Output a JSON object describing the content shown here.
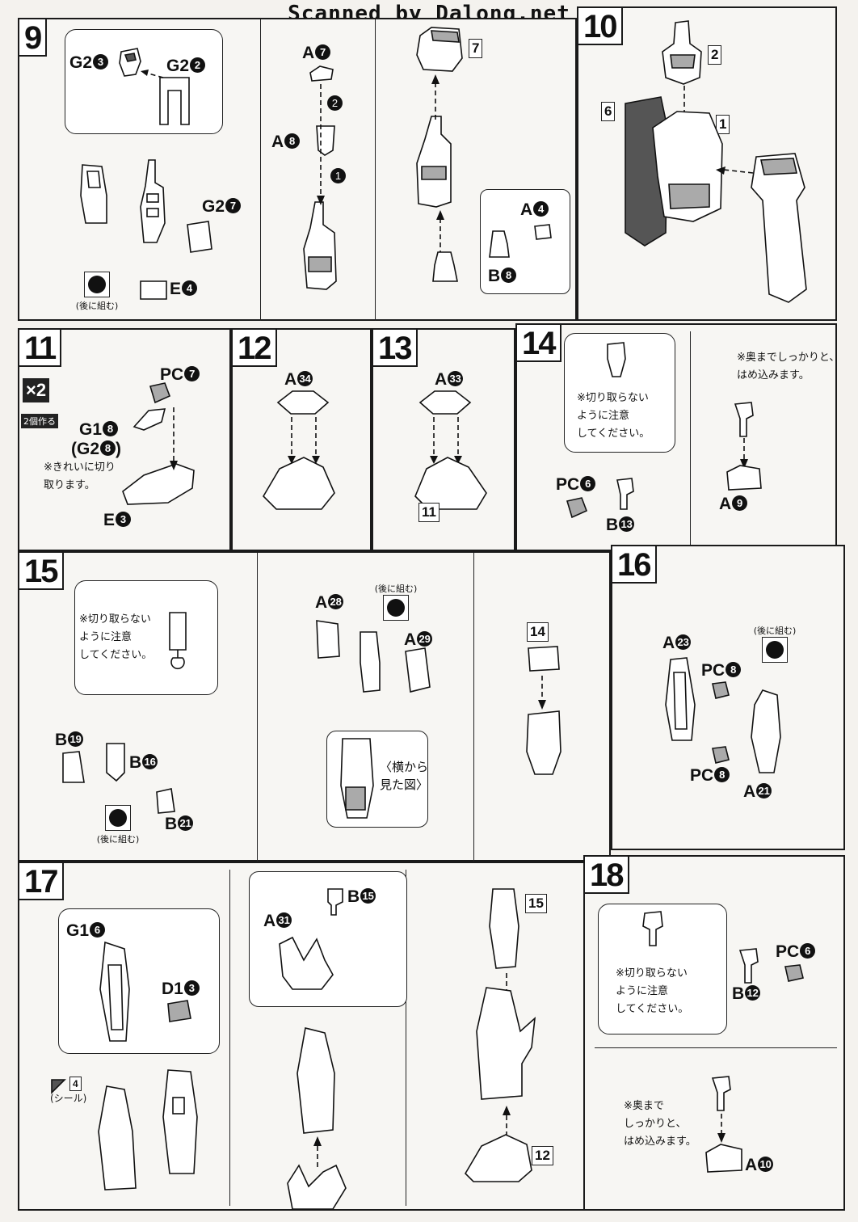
{
  "watermark": "Scanned by Dalong.net",
  "steps": {
    "s9": {
      "number": "9",
      "labels": {
        "g2_3": "G2",
        "g2_2": "G2",
        "g2_7": "G2",
        "e4": "E",
        "a7": "A",
        "a8": "A",
        "a4": "A",
        "b8": "B"
      },
      "nums": {
        "g2_3": "3",
        "g2_2": "2",
        "g2_7": "7",
        "e4": "4",
        "a7": "7",
        "a8": "8",
        "a4": "4",
        "b8": "8",
        "order1": "1",
        "order2": "2"
      },
      "ref": "7",
      "later": "(後に組む)"
    },
    "s10": {
      "number": "10",
      "refs": [
        "2",
        "6",
        "1"
      ]
    },
    "s11": {
      "number": "11",
      "x2": "×2",
      "x2_note": "2個作る",
      "labels": {
        "pc7": "PC",
        "g18": "G1",
        "g28": "(G2",
        "e3": "E"
      },
      "nums": {
        "pc7": "7",
        "g18": "8",
        "g28": "8",
        "e3": "3"
      },
      "g28_close": ")",
      "note": [
        "※きれいに切り",
        "取ります。"
      ]
    },
    "s12": {
      "number": "12",
      "label": "A",
      "num": "34"
    },
    "s13": {
      "number": "13",
      "label": "A",
      "num": "33",
      "ref": "11"
    },
    "s14": {
      "number": "14",
      "bubble": [
        "※切り取らない",
        "ように注意",
        "してください。"
      ],
      "note2": [
        "※奥までしっかりと、",
        "はめ込みます。"
      ],
      "labels": {
        "pc6": "PC",
        "b13": "B",
        "a9": "A"
      },
      "nums": {
        "pc6": "6",
        "b13": "13",
        "a9": "9"
      }
    },
    "s15": {
      "number": "15",
      "bubble": [
        "※切り取らない",
        "ように注意",
        "してください。"
      ],
      "labels": {
        "b19": "B",
        "b16": "B",
        "b21": "B",
        "a28": "A",
        "a29": "A"
      },
      "nums": {
        "b19": "19",
        "b16": "16",
        "b21": "21",
        "a28": "28",
        "a29": "29"
      },
      "later": "(後に組む)",
      "later2": "(後に組む)",
      "side_view": [
        "〈横から",
        "見た図〉"
      ],
      "ref": "14"
    },
    "s16": {
      "number": "16",
      "labels": {
        "a23": "A",
        "pc8a": "PC",
        "pc8b": "PC",
        "a21": "A"
      },
      "nums": {
        "a23": "23",
        "pc8a": "8",
        "pc8b": "8",
        "a21": "21"
      },
      "later": "(後に組む)"
    },
    "s17": {
      "number": "17",
      "labels": {
        "g16": "G1",
        "d13": "D1",
        "b15": "B",
        "a31": "A"
      },
      "nums": {
        "g16": "6",
        "d13": "3",
        "b15": "15",
        "a31": "31"
      },
      "sticker_num": "4",
      "sticker_label": "(シール)",
      "refs": [
        "15",
        "12"
      ]
    },
    "s18": {
      "number": "18",
      "bubble": [
        "※切り取らない",
        "ように注意",
        "してください。"
      ],
      "note2": [
        "※奥まで",
        "しっかりと、",
        "はめ込みます。"
      ],
      "labels": {
        "pc6": "PC",
        "b12": "B",
        "a10": "A"
      },
      "nums": {
        "pc6": "6",
        "b12": "12",
        "a10": "10"
      }
    }
  }
}
